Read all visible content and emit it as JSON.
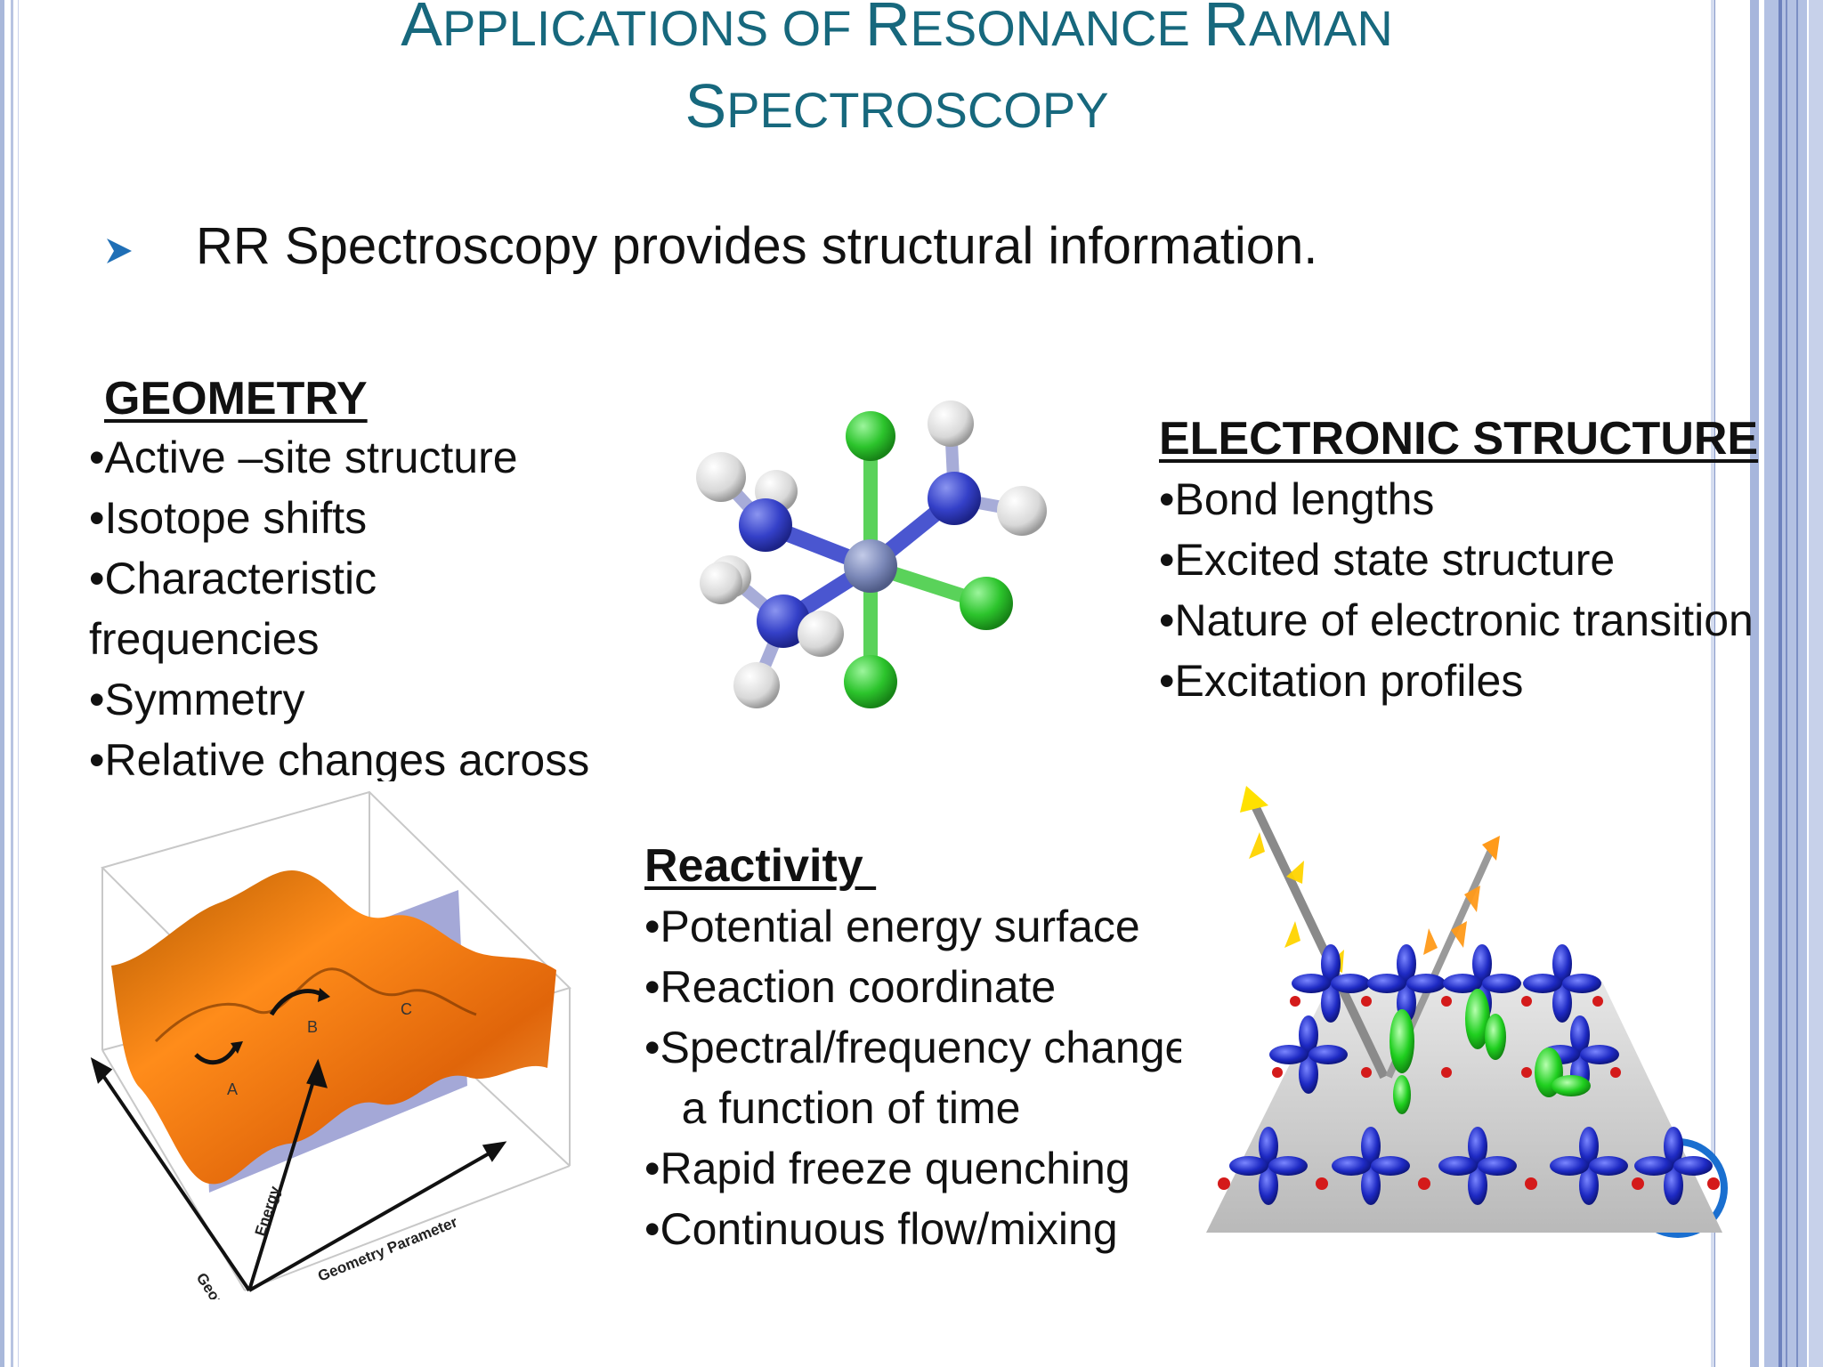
{
  "slide": {
    "title_line1": {
      "cap1": "A",
      "rest1": "PPLICATIONS OF ",
      "cap2": "R",
      "rest2": "ESONANCE ",
      "cap3": "R",
      "rest3": "AMAN"
    },
    "title_line2": {
      "cap1": "S",
      "rest1": "PECTROSCOPY"
    },
    "main_bullet": "RR Spectroscopy provides structural information.",
    "colors": {
      "title": "#17687d",
      "text": "#111111",
      "bullet_arrow": "#1f6fb6",
      "border": "#a9b8da"
    }
  },
  "geometry": {
    "heading": "GEOMETRY",
    "items": [
      "•Active –site structure",
      "•Isotope shifts",
      "•Characteristic",
      "frequencies",
      "•Symmetry",
      "•Relative changes across"
    ]
  },
  "electronic": {
    "heading": "ELECTRONIC STRUCTURE",
    "items": [
      "•Bond lengths",
      "•Excited  state structure",
      "•Nature of electronic transition",
      "•Excitation  profiles"
    ]
  },
  "reactivity": {
    "heading": "Reactivity ",
    "items": [
      "•Potential energy surface",
      "•Reaction coordinate",
      "•Spectral/frequency changes as",
      "   a function of time",
      "•Rapid freeze quenching",
      "•Continuous flow/mixing"
    ]
  },
  "energy_surface": {
    "axis_labels": [
      "Geometry Parameter",
      "Energy",
      "Geometry Parameter"
    ],
    "point_labels": [
      "A",
      "B",
      "C"
    ]
  },
  "icons": [
    "chevron-right-icon"
  ]
}
